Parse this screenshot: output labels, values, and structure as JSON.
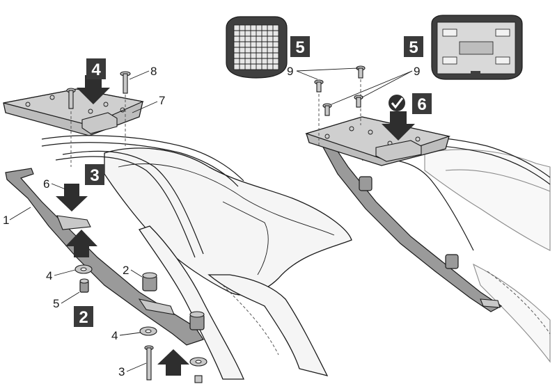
{
  "step_badges": {
    "s4": "4",
    "s3": "3",
    "s2": "2",
    "s5a": "5",
    "s5b": "5",
    "s6": "6"
  },
  "callouts": {
    "c8": "8",
    "c7": "7",
    "c6": "6",
    "c1": "1",
    "c4a": "4",
    "c5": "5",
    "c2": "2",
    "c4b": "4",
    "c3": "3",
    "c9a": "9",
    "c9b": "9"
  },
  "icons": {
    "check": "check-icon",
    "arrow": "down-arrow-icon"
  },
  "colors": {
    "badge": "#3a3a3a",
    "plate": "#bdbdbd",
    "line": "#1a1a1a"
  }
}
